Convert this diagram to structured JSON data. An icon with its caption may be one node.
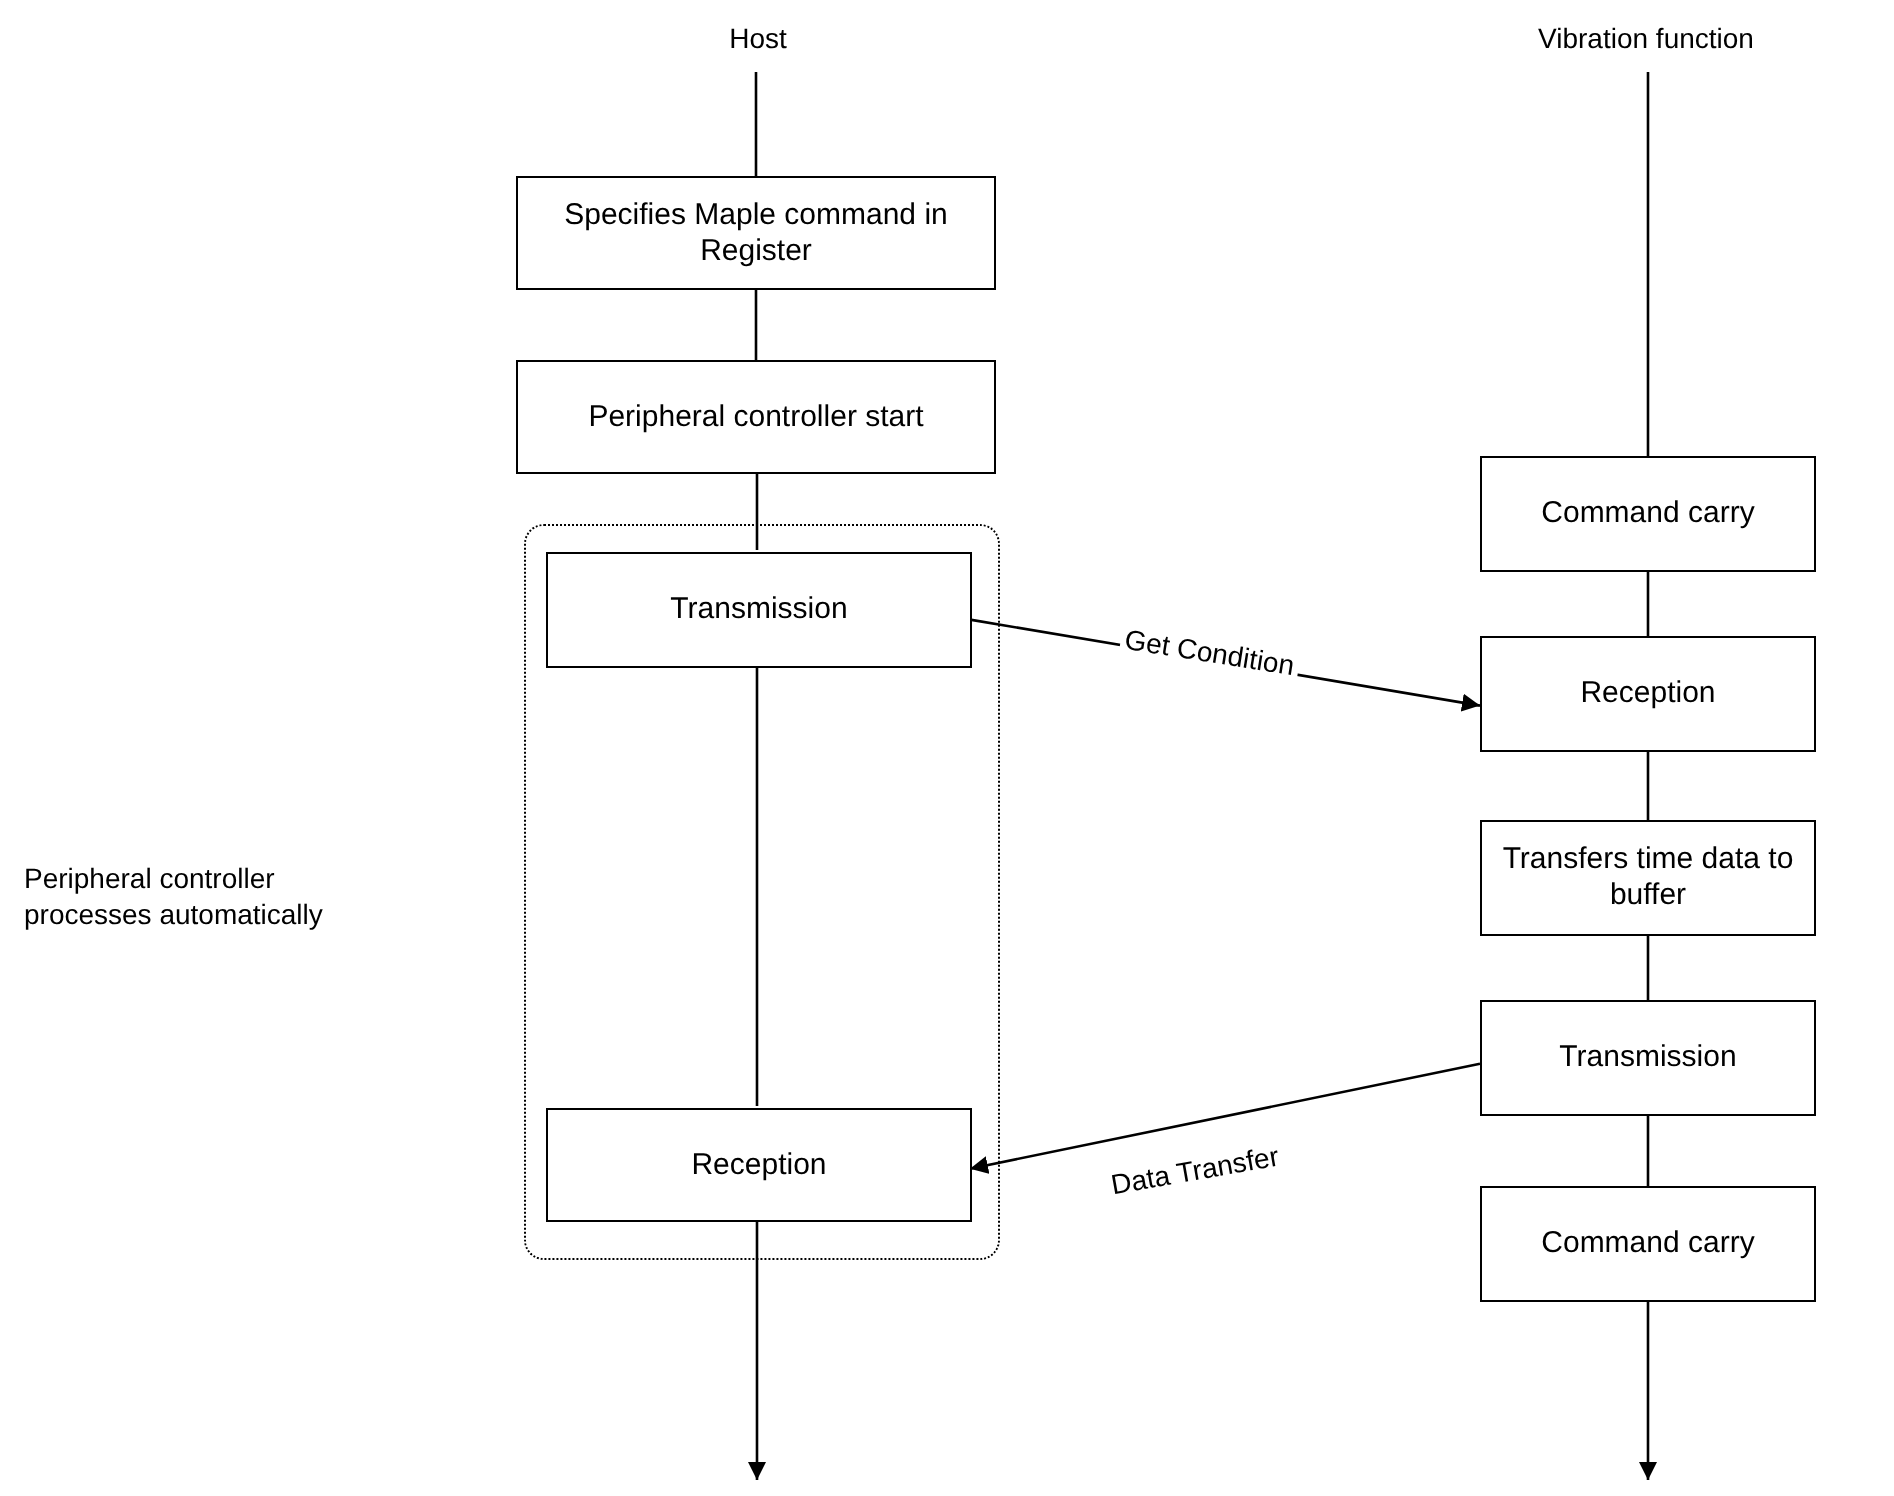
{
  "diagram": {
    "nodes": [
      {
        "text": [
          "Host"
        ]
      },
      {
        "text": [
          "Specifies Maple command in Register"
        ]
      },
      {
        "text": [
          "Peripheral controller start"
        ]
      },
      {
        "text": [],
        "shape": "box"
      },
      {
        "text": [
          "Transmission"
        ],
        "in": 3
      },
      {
        "text": [
          "Reception"
        ],
        "in": 3
      },
      {
        "text": [
          "Vibration function"
        ]
      },
      {
        "text": [
          "Command carry"
        ]
      },
      {
        "text": [
          "Reception"
        ]
      },
      {
        "text": [
          "Transfers time data to buffer"
        ]
      },
      {
        "text": [
          "Transmission"
        ]
      },
      {
        "text": [
          "Command carry"
        ]
      }
    ],
    "edges": [
      {
        "from": 0,
        "to": 1,
        "arrow": "none"
      },
      {
        "from": 1,
        "to": 2,
        "arrow": "none"
      },
      {
        "from": 2,
        "to": 4,
        "arrow": "none"
      },
      {
        "from": 4,
        "to": 5,
        "arrow": "none"
      },
      {
        "from": 5,
        "to": null,
        "arrow": "to"
      },
      {
        "from": 6,
        "to": 7,
        "arrow": "none"
      },
      {
        "from": 7,
        "to": 8,
        "arrow": "none"
      },
      {
        "from": 8,
        "to": 9,
        "arrow": "none"
      },
      {
        "from": 9,
        "to": 10,
        "arrow": "none"
      },
      {
        "from": 10,
        "to": 11,
        "arrow": "none"
      },
      {
        "from": 11,
        "to": null,
        "arrow": "to"
      },
      {
        "from": 4,
        "to": 8,
        "arrow": "to",
        "label": "Get Condition"
      },
      {
        "from": 10,
        "to": 5,
        "arrow": "to",
        "label": "Data Transfer"
      }
    ],
    "labels": [
      "Peripheral controller processes automatically"
    ]
  }
}
